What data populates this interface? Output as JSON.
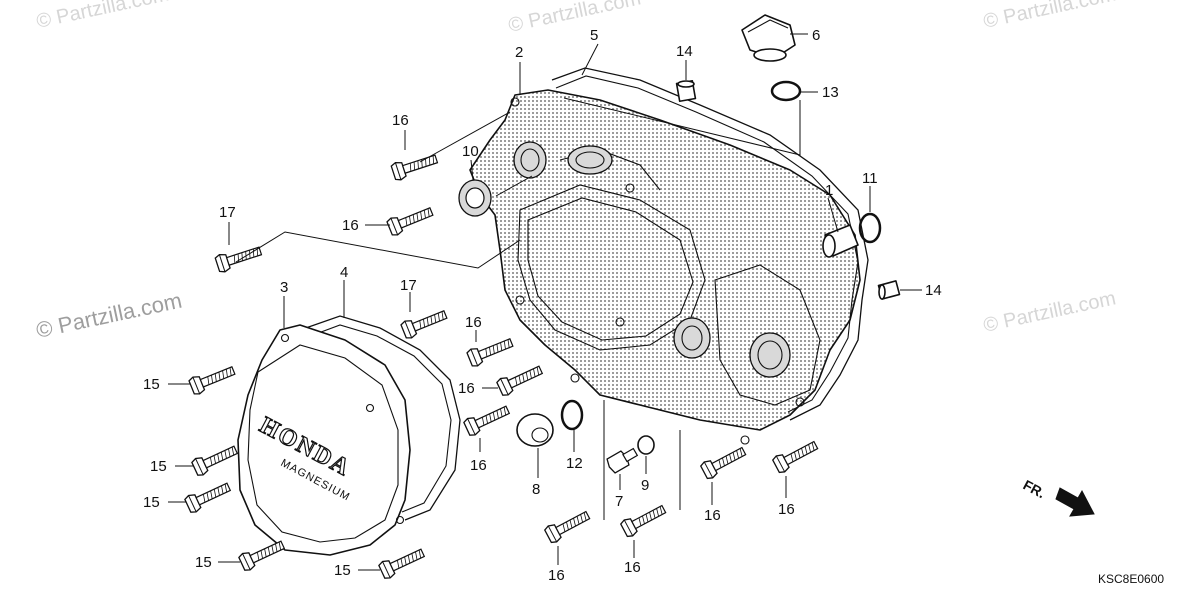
{
  "watermarks": {
    "main_left": "© Partzilla.com",
    "main_right": "© Partzilla.com",
    "top_left": "© Partzilla.com",
    "top_center": "© Partzilla.com",
    "top_right": "© Partzilla.com"
  },
  "cover": {
    "logo_text": "HONDA",
    "material_text": "MAGNESIUM"
  },
  "callouts": {
    "c1": "1",
    "c2": "2",
    "c3": "3",
    "c4": "4",
    "c5": "5",
    "c6": "6",
    "c7": "7",
    "c8": "8",
    "c9": "9",
    "c10": "10",
    "c11": "11",
    "c12": "12",
    "c13": "13",
    "c14a": "14",
    "c14b": "14",
    "c15a": "15",
    "c15b": "15",
    "c15c": "15",
    "c15d": "15",
    "c15e": "15",
    "c16a": "16",
    "c16b": "16",
    "c16c": "16",
    "c16d": "16",
    "c16e": "16",
    "c16f": "16",
    "c16g": "16",
    "c16h": "16",
    "c16i": "16",
    "c17a": "17",
    "c17b": "17"
  },
  "direction": {
    "label": "FR."
  },
  "diagram_code": "KSC8E0600"
}
